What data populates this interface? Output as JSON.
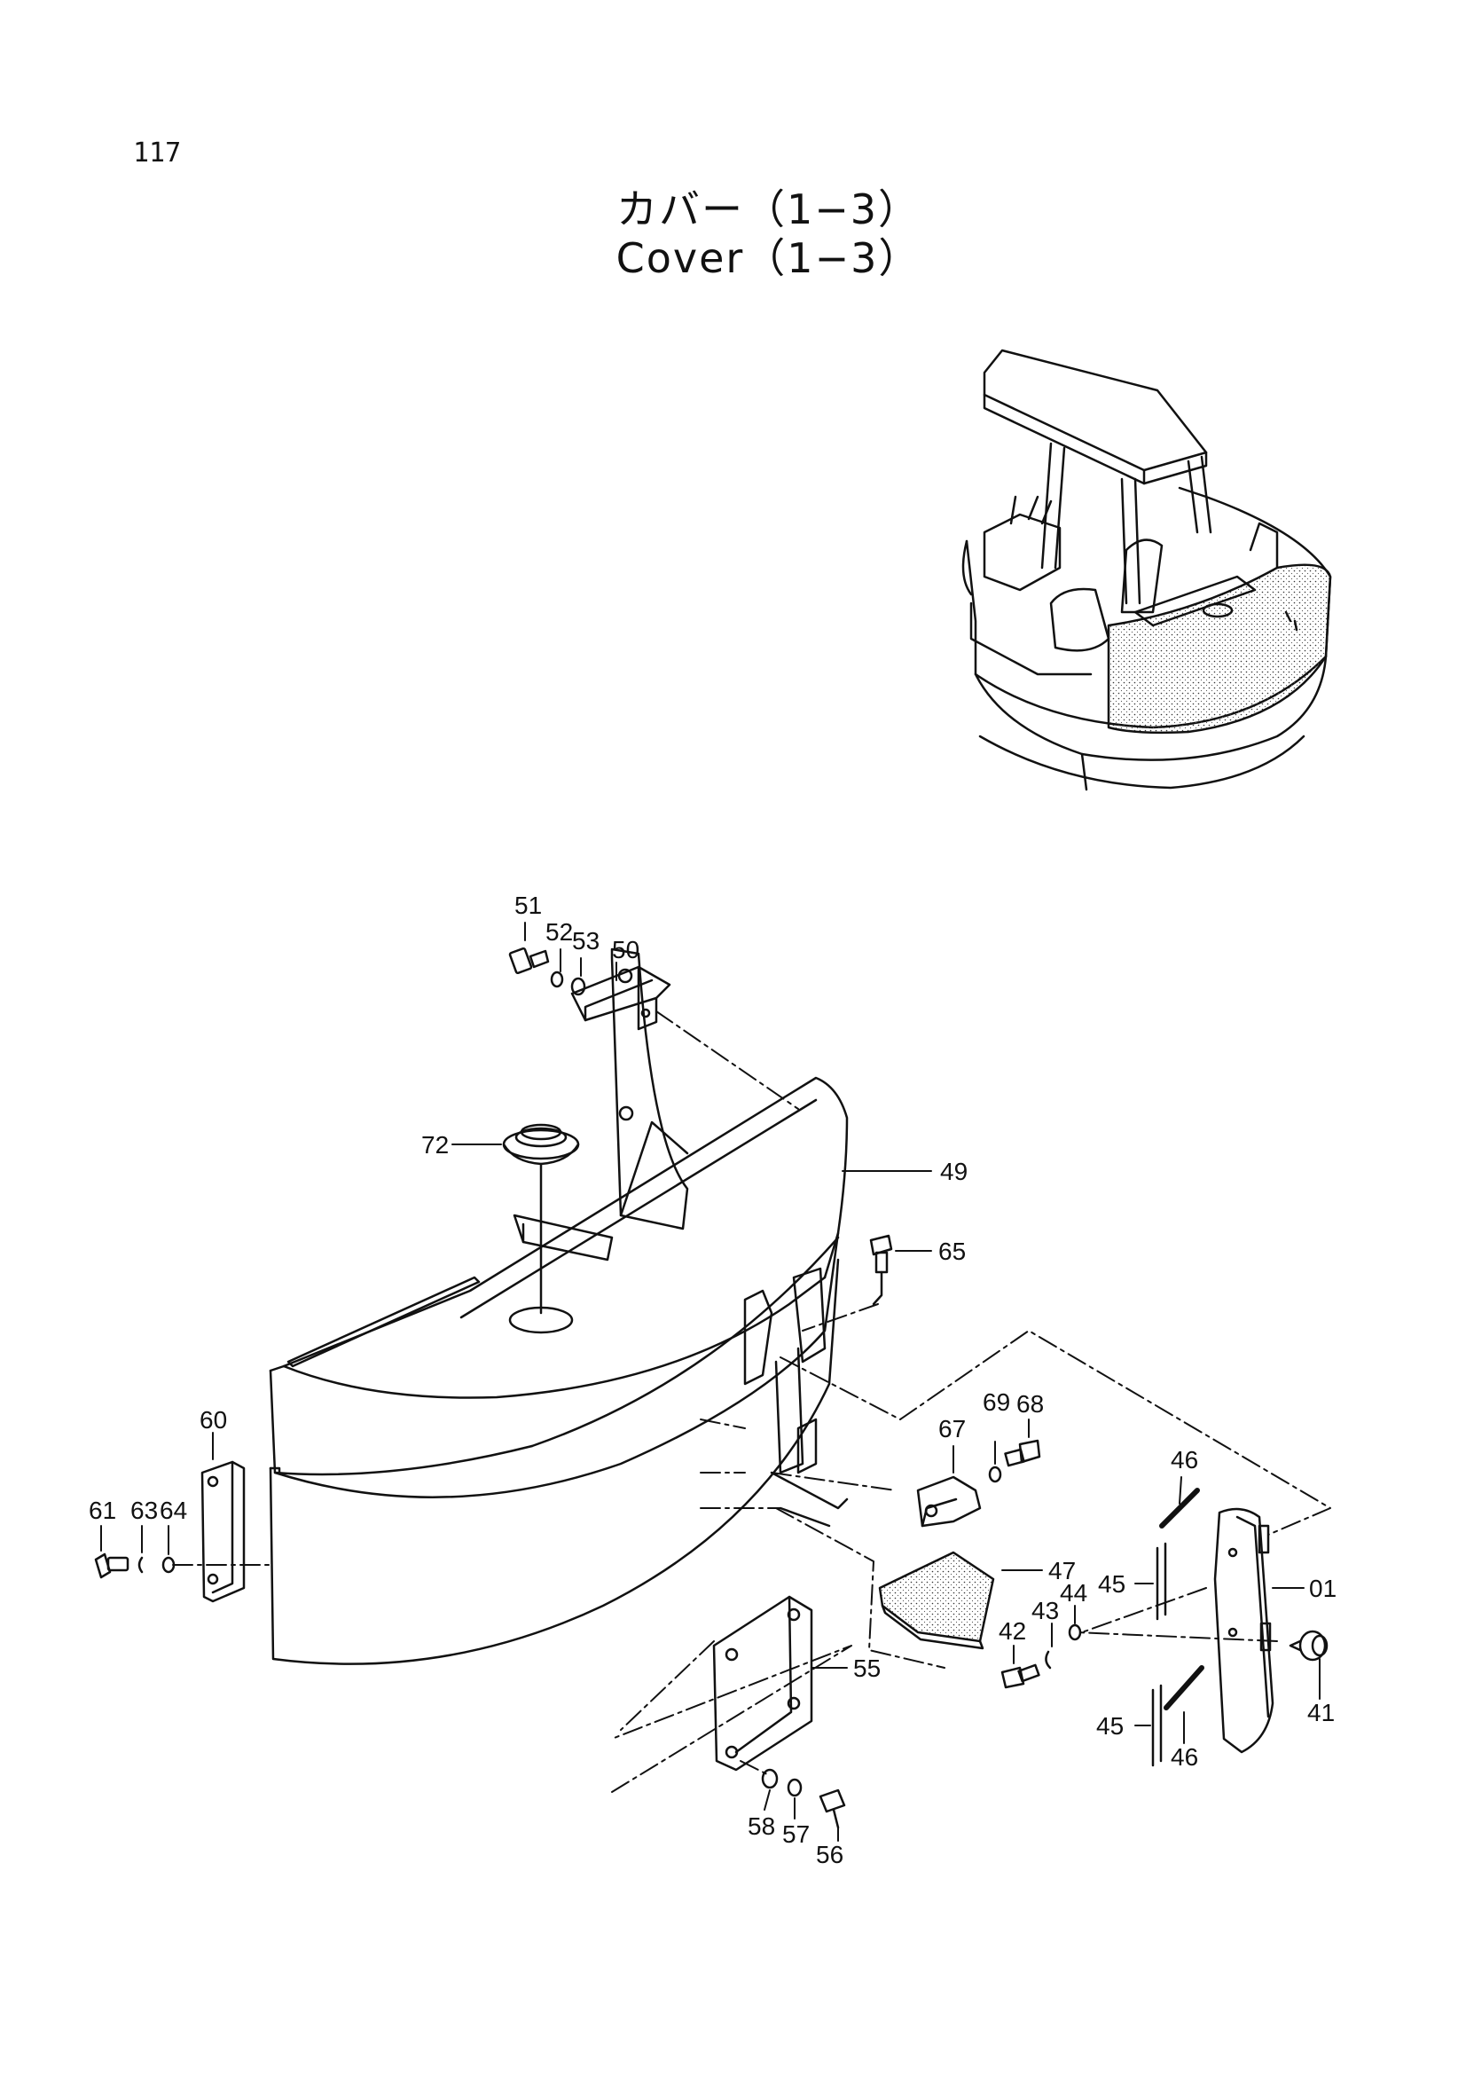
{
  "page": {
    "number": "117"
  },
  "title": {
    "japanese": "カバー（1−3）",
    "english": "Cover（1−3）"
  },
  "callouts": {
    "c51": "51",
    "c52": "52",
    "c53": "53",
    "c50": "50",
    "c72": "72",
    "c49": "49",
    "c65": "65",
    "c60": "60",
    "c61": "61",
    "c63": "63",
    "c64": "64",
    "c69": "69",
    "c68": "68",
    "c67": "67",
    "c46a": "46",
    "c47": "47",
    "c45a": "45",
    "c01": "01",
    "c44": "44",
    "c43": "43",
    "c42": "42",
    "c55": "55",
    "c41": "41",
    "c45b": "45",
    "c46b": "46",
    "c58": "58",
    "c57": "57",
    "c56": "56"
  }
}
